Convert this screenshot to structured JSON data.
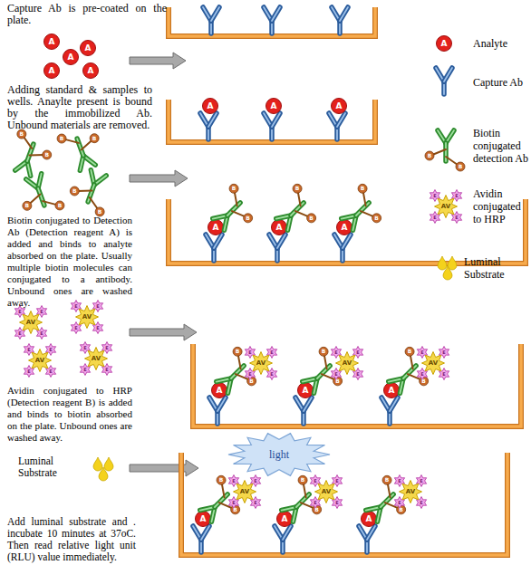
{
  "diagram": {
    "nodes": [
      {
        "text": [
          "light"
        ]
      }
    ],
    "labels": [
      "Capture Ab is pre-coated on the plate.",
      "Adding standard & samples to wells. Anaylte present is bound by the immobilized Ab. Unbound materials are removed.",
      "Biotin conjugated to Detection Ab (Detection reagent A) is added and binds to analyte absorbed on the plate. Usually multiple biotin molecules can conjugated to a antibody. Unbound ones are washed away.",
      "Avidin conjugated to HRP (Detection reagent B) is added and binds to biotin absorbed on the plate. Unbound ones are washed away.",
      "Luminal Substrate",
      "Add luminal substrate and . incubate 10 minutes at 37oC. Then read relative light unit (RLU) value immediately.",
      "A",
      "A",
      "A",
      "A",
      "A",
      "A",
      "A",
      "A",
      "B",
      "B",
      "B",
      "B",
      "B",
      "B",
      "B",
      "B",
      "A",
      "B",
      "B",
      "A",
      "B",
      "B",
      "A",
      "B",
      "B",
      "AV",
      "E",
      "E",
      "E",
      "E",
      "AV",
      "E",
      "E",
      "E",
      "E",
      "AV",
      "E",
      "E",
      "E",
      "E",
      "AV",
      "E",
      "E",
      "E",
      "E",
      "A",
      "B",
      "B",
      "AV",
      "E",
      "E",
      "E",
      "E",
      "A",
      "B",
      "B",
      "AV",
      "E",
      "E",
      "E",
      "E",
      "A",
      "B",
      "B",
      "AV",
      "E",
      "E",
      "E",
      "E",
      "A",
      "B",
      "B",
      "AV",
      "E",
      "E",
      "E",
      "E",
      "A",
      "B",
      "B",
      "AV",
      "E",
      "E",
      "E",
      "E",
      "A",
      "B",
      "B",
      "AV",
      "E",
      "E",
      "E",
      "E",
      "A",
      "B",
      "B",
      "AV",
      "E",
      "E",
      "E",
      "E"
    ],
    "legend": [
      {
        "text": "Analyte"
      },
      {
        "text": "Capture Ab"
      },
      {
        "text": "Biotin conjugated detection Ab"
      },
      {
        "text": "Avidin conjugated to HRP"
      },
      {
        "text": "Luminal Substrate"
      }
    ]
  }
}
